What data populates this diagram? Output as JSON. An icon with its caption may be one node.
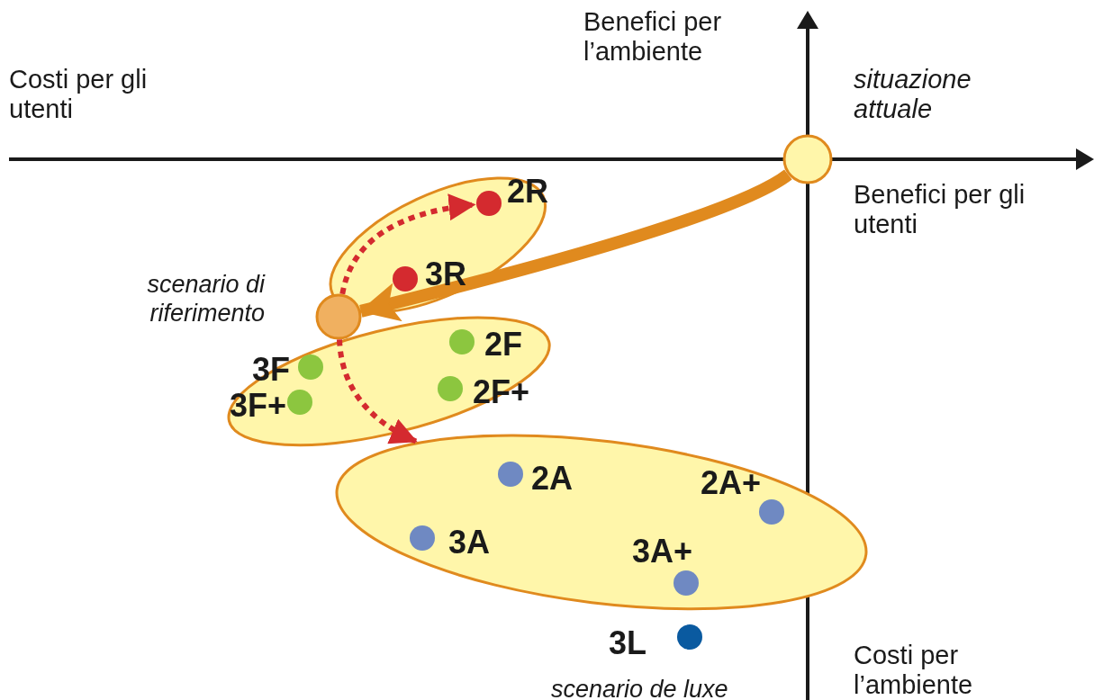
{
  "diagram": {
    "nodes": [
      {
        "text": [],
        "shape": "circle",
        "beside": [
          "situazione attuale"
        ]
      },
      {
        "text": [],
        "shape": "ellipse"
      },
      {
        "text": [],
        "shape": "circle",
        "in": 1,
        "beside": [
          "2R"
        ]
      },
      {
        "text": [],
        "shape": "circle",
        "in": 1,
        "beside": [
          "3R"
        ]
      },
      {
        "text": [],
        "shape": "circle",
        "beside": [
          "scenario di riferimento"
        ]
      },
      {
        "text": [],
        "shape": "ellipse"
      },
      {
        "text": [],
        "shape": "circle",
        "in": 5,
        "beside": [
          "2F"
        ]
      },
      {
        "text": [],
        "shape": "circle",
        "in": 5,
        "beside": [
          "3F"
        ]
      },
      {
        "text": [],
        "shape": "circle",
        "in": 5,
        "beside": [
          "2F+"
        ]
      },
      {
        "text": [],
        "shape": "circle",
        "in": 5,
        "beside": [
          "3F+"
        ]
      },
      {
        "text": [],
        "shape": "ellipse"
      },
      {
        "text": [],
        "shape": "circle",
        "in": 10,
        "beside": [
          "2A"
        ]
      },
      {
        "text": [],
        "shape": "circle",
        "in": 10,
        "beside": [
          "2A+"
        ]
      },
      {
        "text": [],
        "shape": "circle",
        "in": 10,
        "beside": [
          "3A"
        ]
      },
      {
        "text": [],
        "shape": "circle",
        "in": 10,
        "beside": [
          "3A+"
        ]
      },
      {
        "text": [],
        "shape": "circle",
        "beside": [
          "3L",
          "scenario de luxe"
        ]
      }
    ],
    "edges": [
      {
        "from": 0,
        "to": 4,
        "arrow": "to",
        "style": "thick",
        "color": "#e08a1e"
      },
      {
        "from": 4,
        "to": 2,
        "arrow": "to",
        "style": "dashed"
      },
      {
        "from": 4,
        "to": 10,
        "arrow": "to",
        "style": "dashed"
      }
    ],
    "labels": [
      "Costi per gli utenti",
      "Benefici per l’ambiente",
      "Benefici per gli utenti",
      "Costi per l’ambiente"
    ]
  }
}
